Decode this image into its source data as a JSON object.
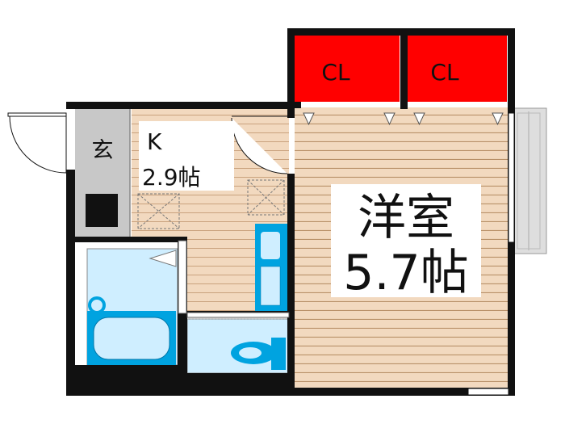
{
  "rooms": {
    "entrance": {
      "label": "玄"
    },
    "kitchen": {
      "label": "K",
      "size": "2.9帖"
    },
    "western_room": {
      "label": "洋室",
      "size": "5.7帖"
    },
    "closet_left": {
      "label": "CL"
    },
    "closet_right": {
      "label": "CL"
    }
  },
  "colors": {
    "wall": "#111111",
    "floor_wood": "#f2d9bf",
    "floor_line": "#c9a27e",
    "closet": "#ff0000",
    "bath_blue": "#00a3e0",
    "bath_light": "#cfeeff",
    "entrance_gray": "#c8c8c8",
    "balcony": "#dedede"
  },
  "icons": [
    "entrance-door-swing",
    "kitchen-door-swing",
    "bathtub-icon",
    "toilet-icon",
    "wash-basin-icon",
    "fridge-space-icon"
  ]
}
